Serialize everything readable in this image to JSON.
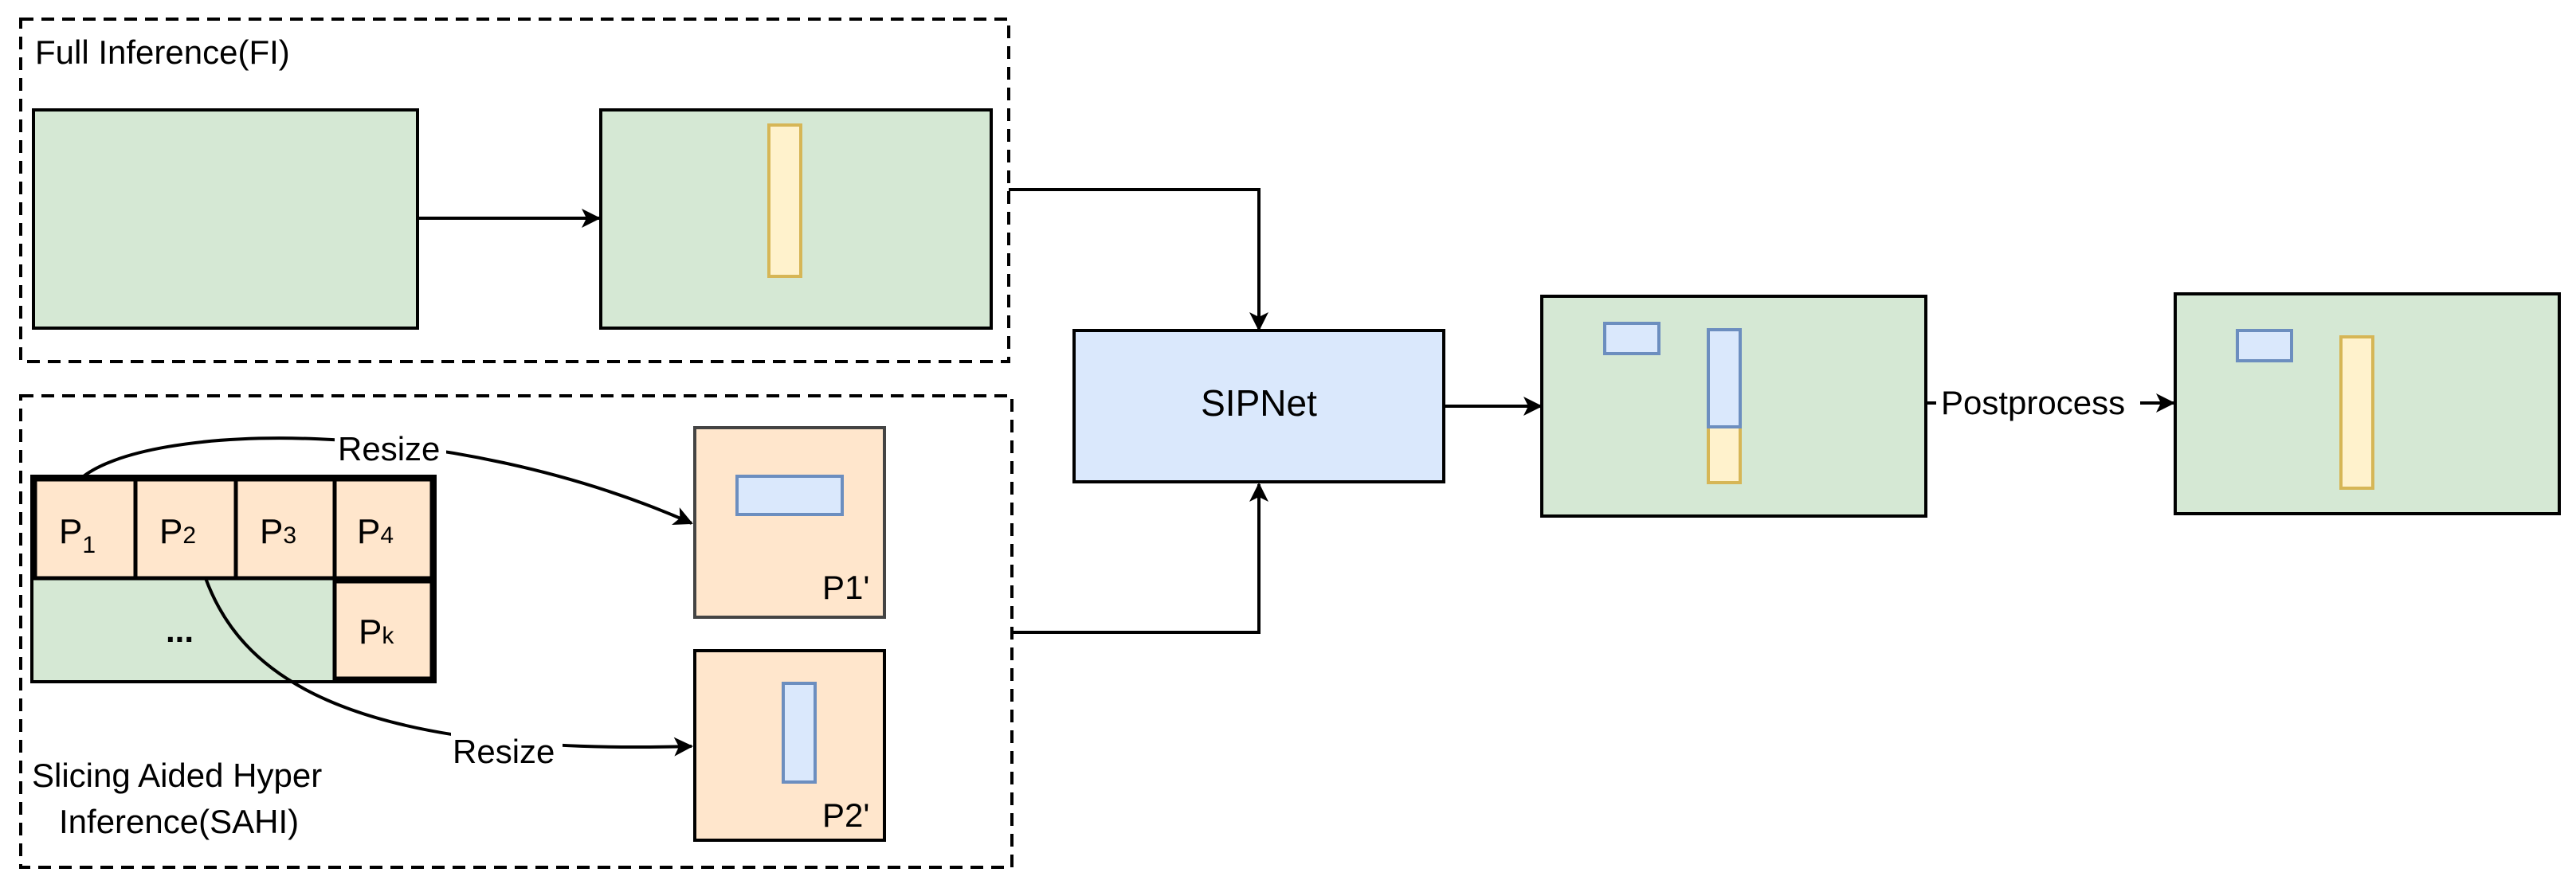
{
  "colors": {
    "green": "#d5e8d4",
    "peach": "#ffe6cc",
    "blue": "#dae8fc",
    "blue_stroke": "#6c8ebf",
    "yellow": "#fff2cc",
    "yellow_stroke": "#d6b656"
  },
  "full_inference": {
    "title": "Full Inference(FI)"
  },
  "sahi": {
    "title_line1": "Slicing Aided Hyper",
    "title_line2": "Inference(SAHI)",
    "patches": [
      {
        "main": "P",
        "sub": "1"
      },
      {
        "main": "P",
        "sub": "2"
      },
      {
        "main": "P",
        "sub": "3"
      },
      {
        "main": "P",
        "sub": "4"
      },
      {
        "main": "P",
        "sub": "k"
      }
    ],
    "ellipsis": "...",
    "resize_label_1": "Resize",
    "resize_label_2": "Resize",
    "output_patch_1": "P1'",
    "output_patch_2": "P2'"
  },
  "model": {
    "label": "SIPNet"
  },
  "postprocess": {
    "label": "Postprocess"
  }
}
